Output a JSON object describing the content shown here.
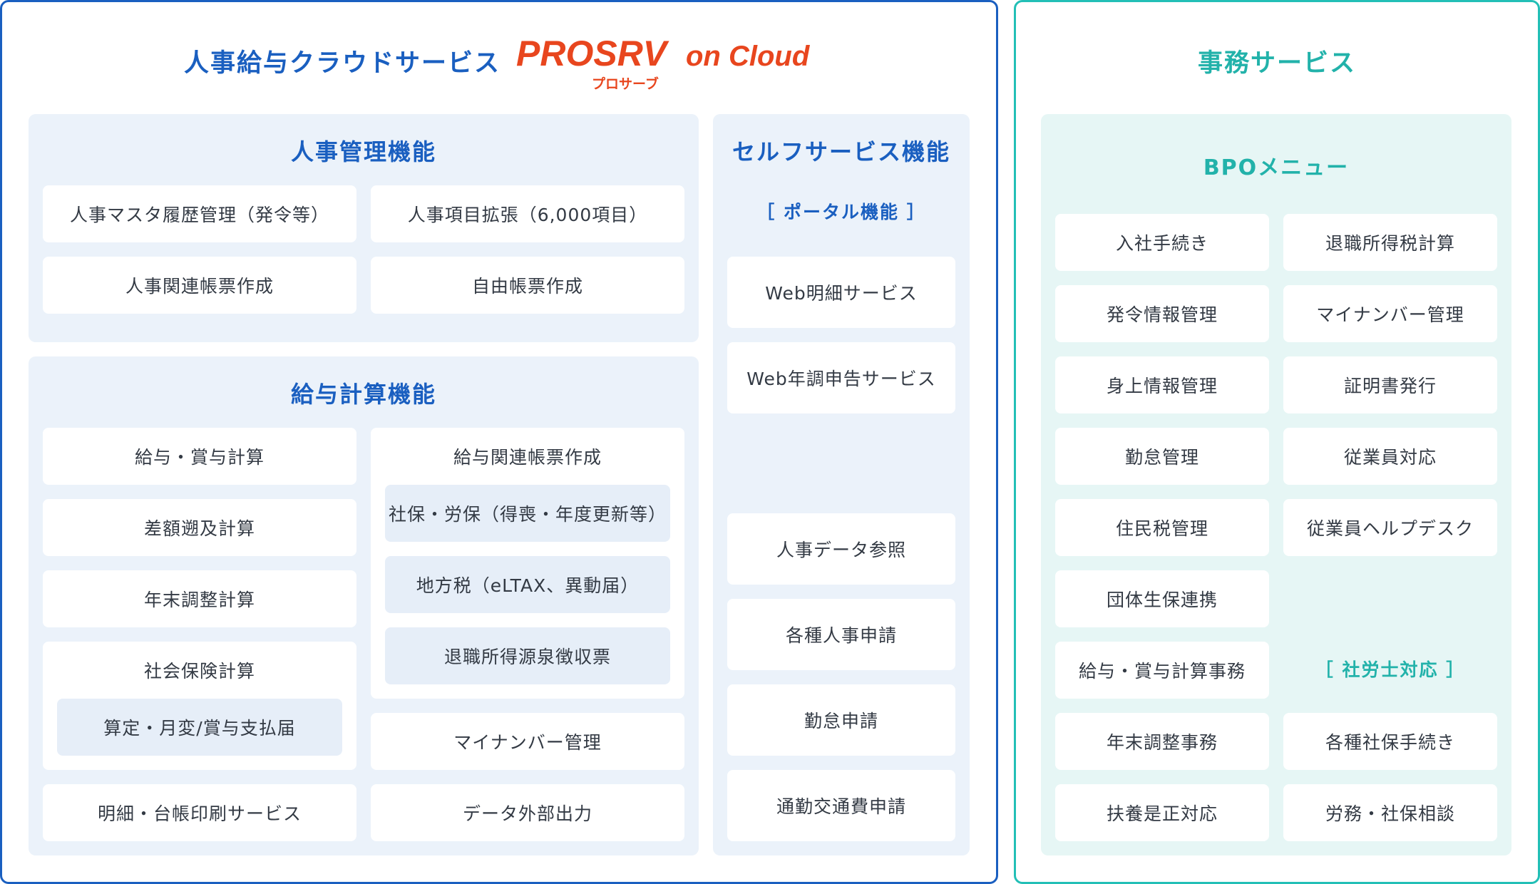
{
  "hr_payroll": {
    "title": "人事給与クラウドサービス",
    "logo": {
      "brand": "PROSRV",
      "suffix": "on Cloud",
      "reading": "プロサーブ",
      "color": "#e8461e"
    },
    "personnel": {
      "title": "人事管理機能",
      "items": [
        "人事マスタ履歴管理（発令等）",
        "人事項目拡張（6,000項目）",
        "人事関連帳票作成",
        "自由帳票作成"
      ]
    },
    "payroll": {
      "title": "給与計算機能",
      "left": {
        "bonus_calc": "給与・賞与計算",
        "retro_calc": "差額遡及計算",
        "year_end_calc": "年末調整計算",
        "social_insurance": {
          "label": "社会保険計算",
          "sub": "算定・月変/賞与支払届"
        },
        "print_service": "明細・台帳印刷サービス"
      },
      "right": {
        "reports": {
          "label": "給与関連帳票作成",
          "subs": [
            "社保・労保（得喪・年度更新等）",
            "地方税（eLTAX、異動届）",
            "退職所得源泉徴収票"
          ]
        },
        "mynumber": "マイナンバー管理",
        "export": "データ外部出力"
      }
    },
    "self_service": {
      "title": "セルフサービス機能",
      "portal_tag": "［ ポータル機能 ］",
      "portal_items": [
        "Web明細サービス",
        "Web年調申告サービス"
      ],
      "items": [
        "人事データ参照",
        "各種人事申請",
        "勤怠申請",
        "通勤交通費申請"
      ]
    }
  },
  "office_service": {
    "title": "事務サービス",
    "bpo": {
      "title": "BPOメニュー",
      "left": [
        "入社手続き",
        "発令情報管理",
        "身上情報管理",
        "勤怠管理",
        "住民税管理",
        "団体生保連携",
        "給与・賞与計算事務",
        "年末調整事務",
        "扶養是正対応"
      ],
      "right": [
        "退職所得税計算",
        "マイナンバー管理",
        "証明書発行",
        "従業員対応",
        "従業員ヘルプデスク"
      ],
      "sharoushi_tag": "［ 社労士対応 ］",
      "sharoushi_items": [
        "各種社保手続き",
        "労務・社保相談"
      ]
    }
  },
  "colors": {
    "blue": "#1a5fc0",
    "teal": "#22bfb6",
    "logo_red": "#e8461e"
  }
}
